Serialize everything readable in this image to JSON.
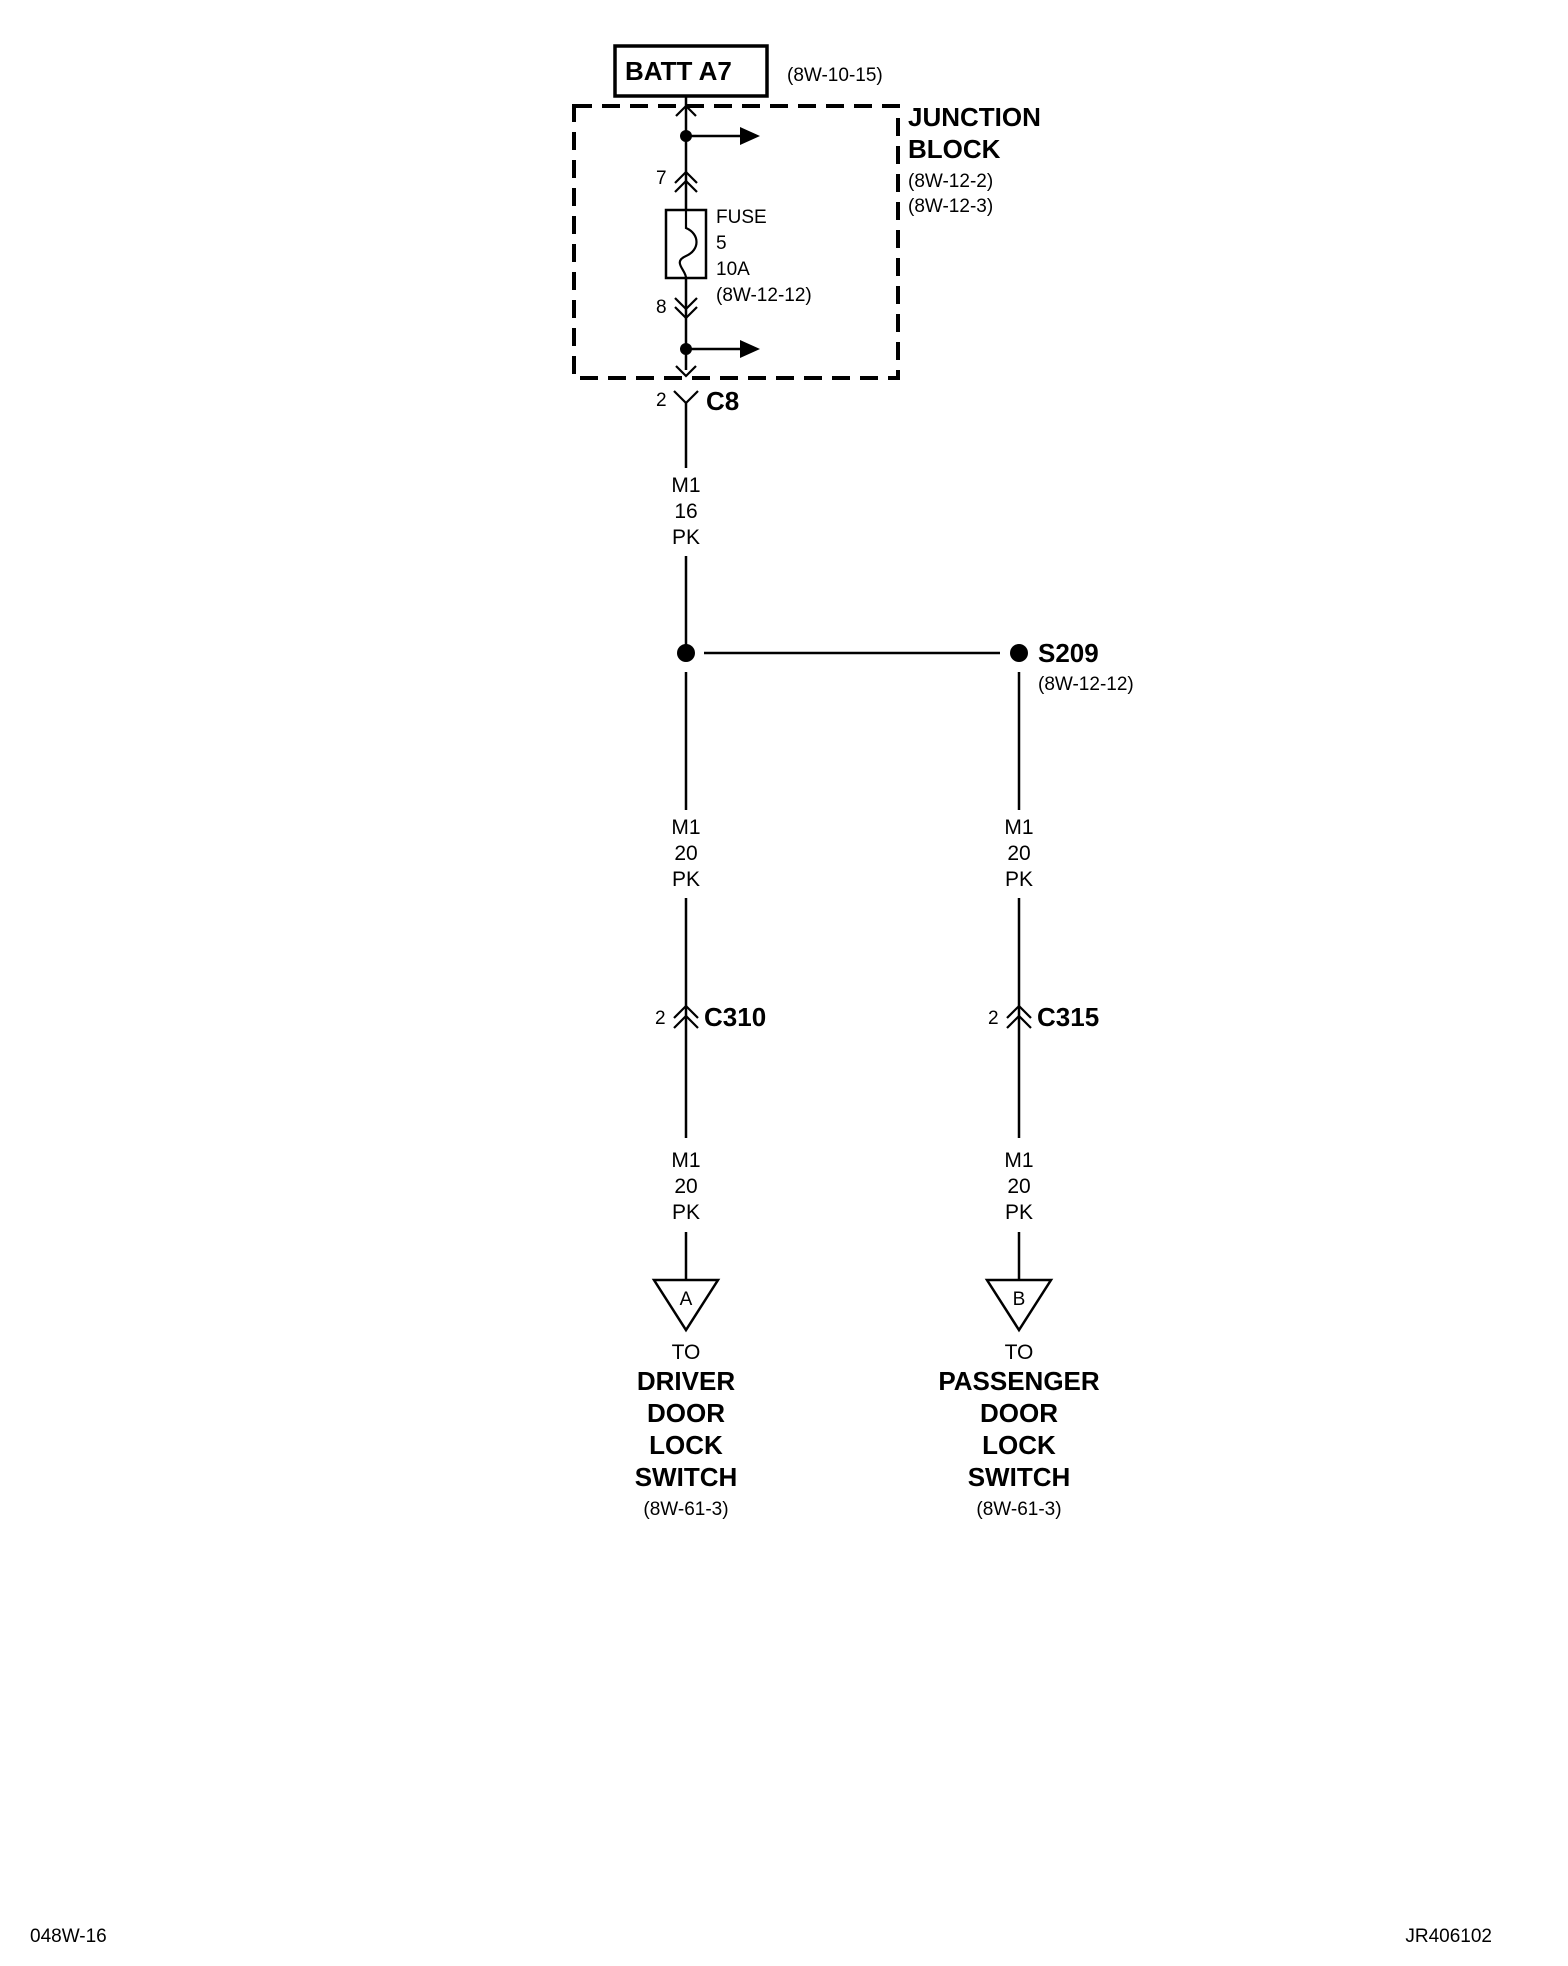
{
  "source": {
    "label": "BATT A7",
    "ref": "(8W-10-15)"
  },
  "junction_block": {
    "title_line1": "JUNCTION",
    "title_line2": "BLOCK",
    "ref1": "(8W-12-2)",
    "ref2": "(8W-12-3)",
    "pin_top": "7",
    "pin_bottom": "8",
    "fuse": {
      "label": "FUSE",
      "number": "5",
      "rating": "10A",
      "ref": "(8W-12-12)"
    }
  },
  "connector_c8": {
    "pin": "2",
    "name": "C8"
  },
  "wire_main": {
    "circuit": "M1",
    "gauge": "16",
    "color": "PK"
  },
  "splice": {
    "name": "S209",
    "ref": "(8W-12-12)"
  },
  "branch_left": {
    "wire_upper": {
      "circuit": "M1",
      "gauge": "20",
      "color": "PK"
    },
    "connector": {
      "pin": "2",
      "name": "C310"
    },
    "wire_lower": {
      "circuit": "M1",
      "gauge": "20",
      "color": "PK"
    },
    "terminal": "A",
    "dest": {
      "to": "TO",
      "line1": "DRIVER",
      "line2": "DOOR",
      "line3": "LOCK",
      "line4": "SWITCH",
      "ref": "(8W-61-3)"
    }
  },
  "branch_right": {
    "wire_upper": {
      "circuit": "M1",
      "gauge": "20",
      "color": "PK"
    },
    "connector": {
      "pin": "2",
      "name": "C315"
    },
    "wire_lower": {
      "circuit": "M1",
      "gauge": "20",
      "color": "PK"
    },
    "terminal": "B",
    "dest": {
      "to": "TO",
      "line1": "PASSENGER",
      "line2": "DOOR",
      "line3": "LOCK",
      "line4": "SWITCH",
      "ref": "(8W-61-3)"
    }
  },
  "footer": {
    "page": "048W-16",
    "code": "JR406102"
  }
}
